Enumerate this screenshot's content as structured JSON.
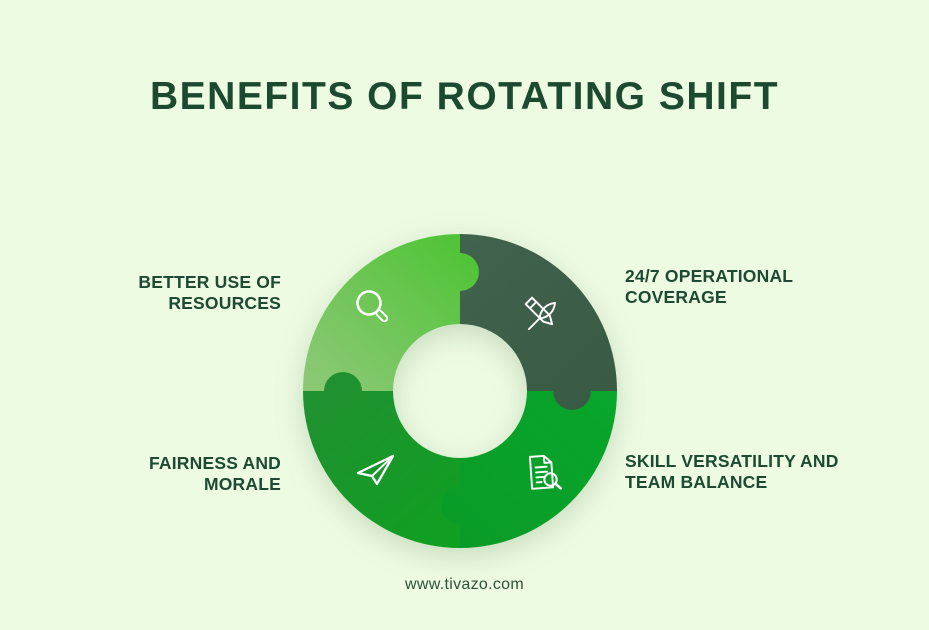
{
  "theme": {
    "background": "#edfbe3",
    "title_color": "#1b4a2e",
    "label_color": "#1d4a31",
    "footer_color": "#2e5137",
    "icon_stroke": "#ffffff"
  },
  "title": {
    "text": "BENEFITS OF ROTATING SHIFT"
  },
  "footer": {
    "text": "www.tivazo.com"
  },
  "diagram": {
    "type": "puzzle-donut",
    "segments": [
      {
        "position": "top-left",
        "label": "BETTER USE OF RESOURCES",
        "icon": "magnifier-icon",
        "color_start": "#50c437",
        "color_end": "#8ac873"
      },
      {
        "position": "top-right",
        "label": "24/7 OPERATIONAL COVERAGE",
        "icon": "pencil-brush-icon",
        "color_start": "#41634e",
        "color_end": "#395b43"
      },
      {
        "position": "bottom-left",
        "label": "FAIRNESS AND MORALE",
        "icon": "paper-plane-icon",
        "color_start": "#0fa021",
        "color_end": "#1f9130"
      },
      {
        "position": "bottom-right",
        "label": "SKILL VERSATILITY AND TEAM BALANCE",
        "icon": "document-search-icon",
        "color_start": "#08a62b",
        "color_end": "#0a9b27"
      }
    ]
  }
}
